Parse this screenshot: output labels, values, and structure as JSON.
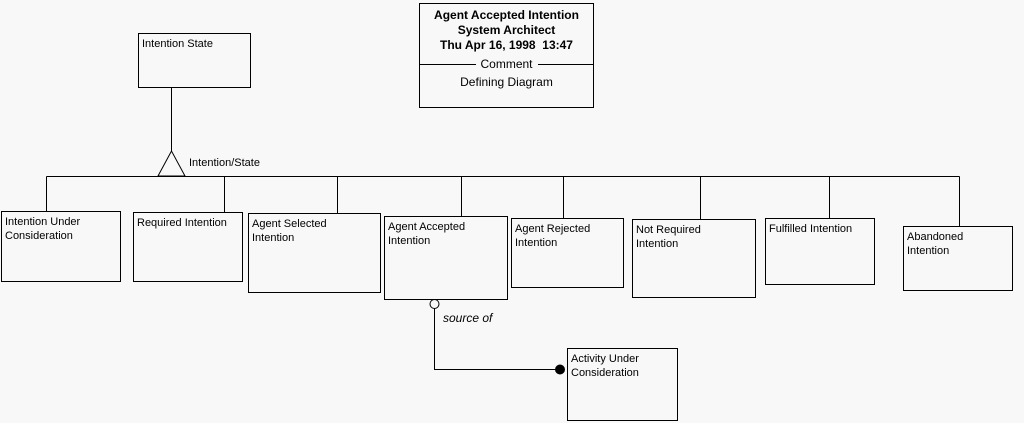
{
  "colors": {
    "background": "#f8f8f8",
    "line": "#000000",
    "text": "#000000"
  },
  "title_block": {
    "title": "Agent Accepted Intention",
    "tool": "System Architect",
    "timestamp": "Thu Apr 16, 1998  13:47",
    "section_label": "Comment",
    "comment": "Defining Diagram"
  },
  "parent_node": {
    "label": "Intention State"
  },
  "hierarchy_label": "Intention/State",
  "child_nodes": [
    {
      "label": "Intention Under\nConsideration"
    },
    {
      "label": "Required Intention"
    },
    {
      "label": "Agent Selected\nIntention"
    },
    {
      "label": "Agent Accepted\nIntention"
    },
    {
      "label": "Agent Rejected\nIntention"
    },
    {
      "label": "Not Required\nIntention"
    },
    {
      "label": "Fulfilled Intention"
    },
    {
      "label": "Abandoned\nIntention"
    }
  ],
  "association": {
    "label": "source of",
    "target_node": {
      "label": "Activity Under\nConsideration"
    }
  },
  "icons": {
    "triangle": "hierarchy-subtype-triangle",
    "open_circle": "source-anchor-open-circle",
    "filled_dot": "target-anchor-filled-dot"
  }
}
